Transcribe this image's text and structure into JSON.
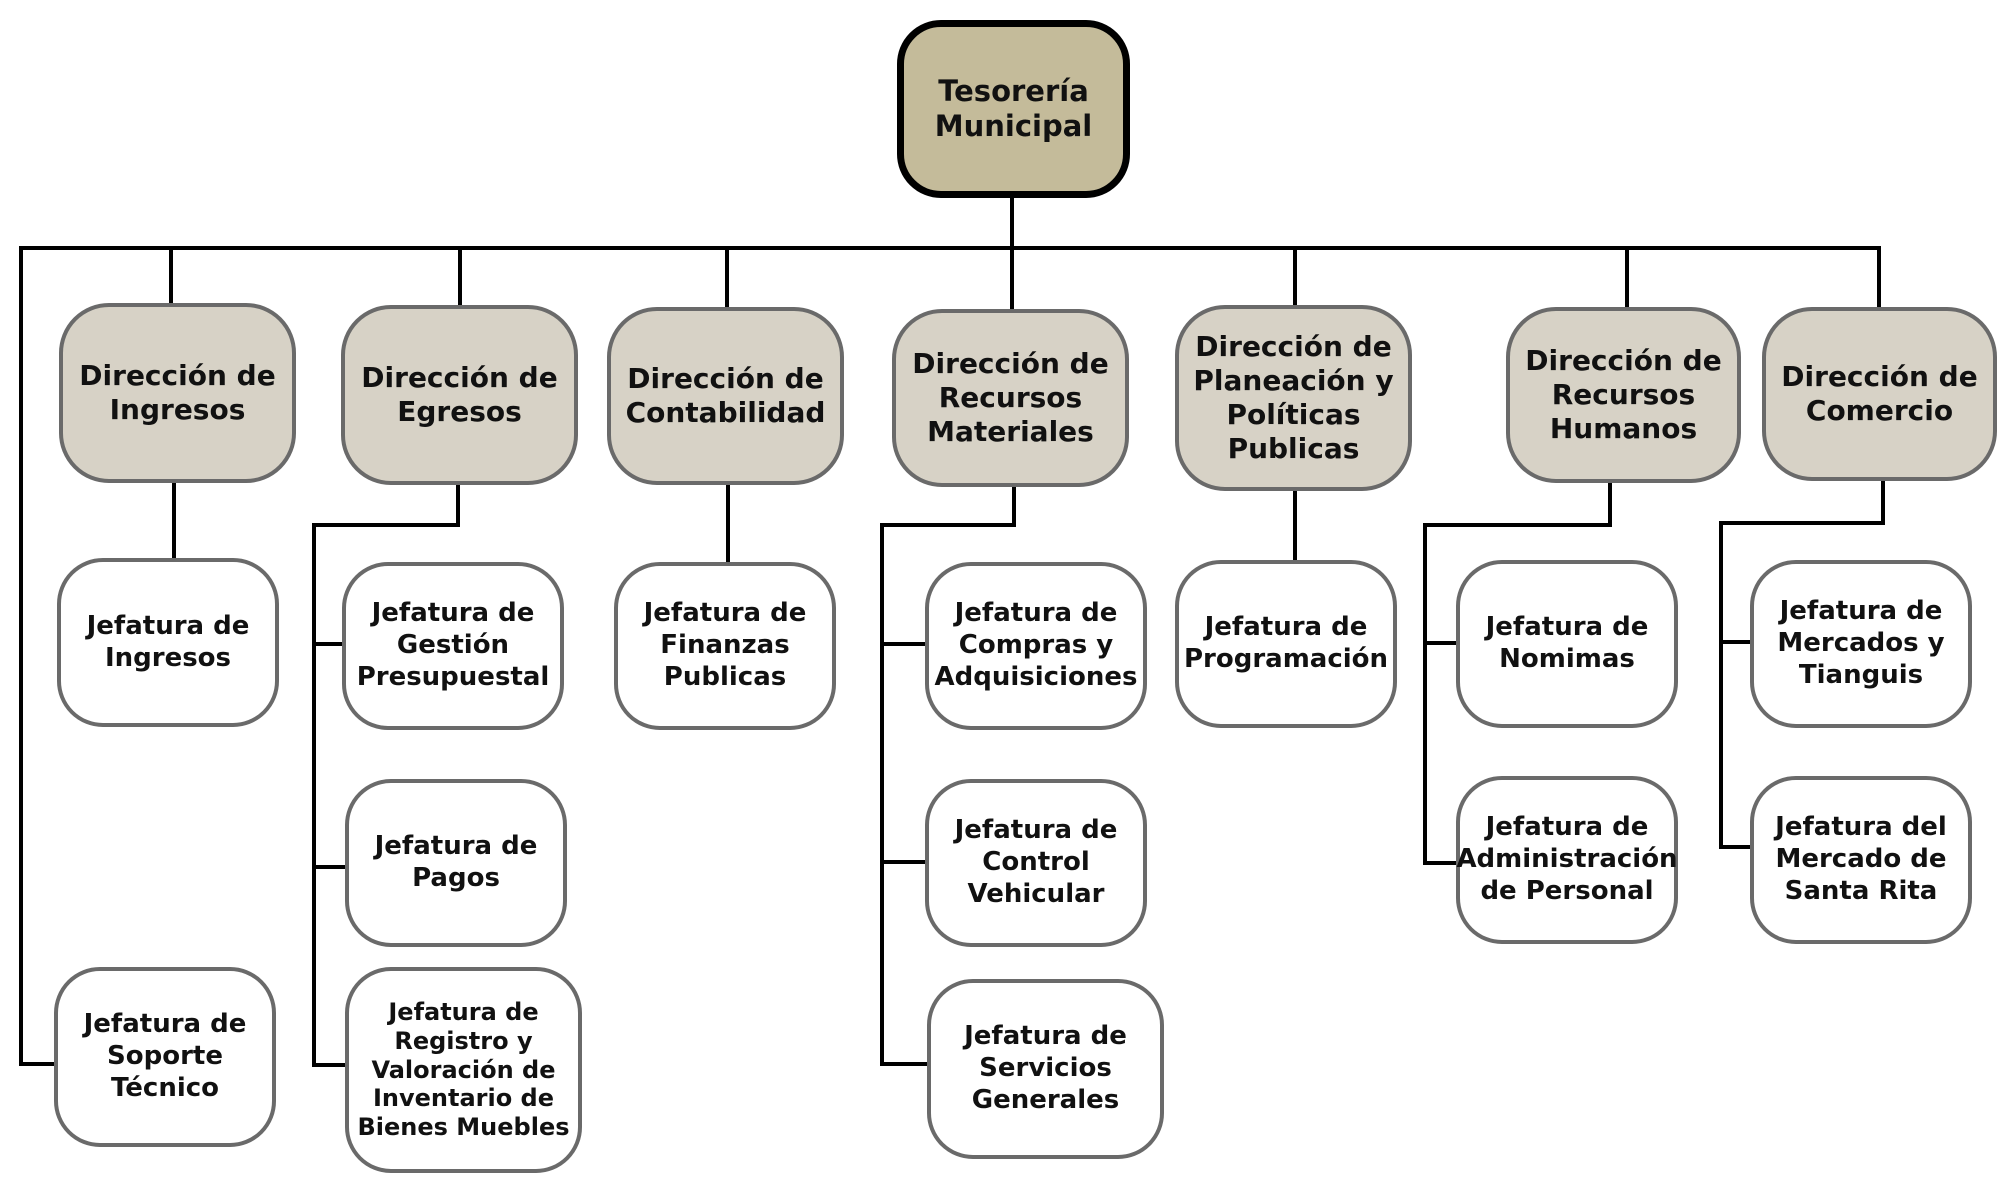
{
  "root": {
    "label": "Tesorería\nMunicipal"
  },
  "directions": [
    {
      "label": "Dirección de\nIngresos"
    },
    {
      "label": "Dirección de\nEgresos"
    },
    {
      "label": "Dirección de\nContabilidad"
    },
    {
      "label": "Dirección de\nRecursos\nMateriales"
    },
    {
      "label": "Dirección de\nPlaneación y\nPolíticas\nPublicas"
    },
    {
      "label": "Dirección de\nRecursos\nHumanos"
    },
    {
      "label": "Dirección de\nComercio"
    }
  ],
  "jefaturas": {
    "ingresos": [
      {
        "label": "Jefatura de\nIngresos"
      }
    ],
    "soporte": [
      {
        "label": "Jefatura de\nSoporte\nTécnico"
      }
    ],
    "egresos": [
      {
        "label": "Jefatura de\nGestión\nPresupuestal"
      },
      {
        "label": "Jefatura de\nPagos"
      },
      {
        "label": "Jefatura de\nRegistro y\nValoración de\nInventario de\nBienes Muebles"
      }
    ],
    "contabilidad": [
      {
        "label": "Jefatura de\nFinanzas\nPublicas"
      }
    ],
    "materiales": [
      {
        "label": "Jefatura de\nCompras y\nAdquisiciones"
      },
      {
        "label": "Jefatura de\nControl\nVehicular"
      },
      {
        "label": "Jefatura de\nServicios\nGenerales"
      }
    ],
    "planeacion": [
      {
        "label": "Jefatura de\nProgramación"
      }
    ],
    "humanos": [
      {
        "label": "Jefatura de\nNomimas"
      },
      {
        "label": "Jefatura de\nAdministración\nde Personal"
      }
    ],
    "comercio": [
      {
        "label": "Jefatura de\nMercados y\nTianguis"
      },
      {
        "label": "Jefatura del\nMercado de\nSanta Rita"
      }
    ]
  },
  "colors": {
    "root_fill": "#c4bb9a",
    "direction_fill": "#d7d2c6",
    "jefatura_fill": "#ffffff",
    "connector": "#000000",
    "box_border": "#6a6a6a"
  }
}
